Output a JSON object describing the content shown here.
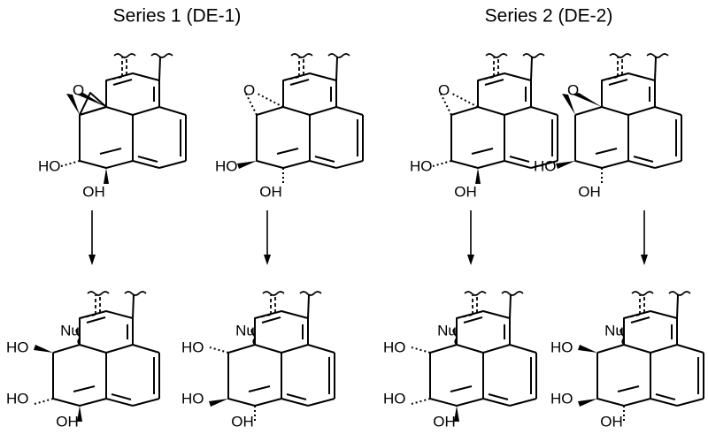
{
  "headers": [
    {
      "text": "Series 1 (DE-1)"
    },
    {
      "text": "Series 2 (DE-2)"
    }
  ],
  "labels": {
    "hydroxyl": "OH",
    "hydroxyl_left": "HO",
    "nucleophile": "Nu"
  },
  "epoxides": [
    {
      "series": "Series 1 (DE-1)",
      "epoxide": "wedge",
      "ho_c3": "hash",
      "oh_c4": "wedge"
    },
    {
      "series": "Series 1 (DE-1)",
      "epoxide": "hash",
      "ho_c3": "wedge",
      "oh_c4": "hash"
    },
    {
      "series": "Series 2 (DE-2)",
      "epoxide": "hash",
      "ho_c3": "hash",
      "oh_c4": "wedge"
    },
    {
      "series": "Series 2 (DE-2)",
      "epoxide": "wedge",
      "ho_c3": "wedge",
      "oh_c4": "hash"
    }
  ],
  "products": [
    {
      "series": "Series 1 (DE-1)",
      "ho_c2": "wedge",
      "ho_c3": "hash",
      "oh_c4": "wedge"
    },
    {
      "series": "Series 1 (DE-1)",
      "ho_c2": "hash",
      "ho_c3": "wedge",
      "oh_c4": "hash"
    },
    {
      "series": "Series 2 (DE-2)",
      "ho_c2": "hash",
      "ho_c3": "hash",
      "oh_c4": "wedge"
    },
    {
      "series": "Series 2 (DE-2)",
      "ho_c2": "wedge",
      "ho_c3": "wedge",
      "oh_c4": "hash"
    }
  ]
}
